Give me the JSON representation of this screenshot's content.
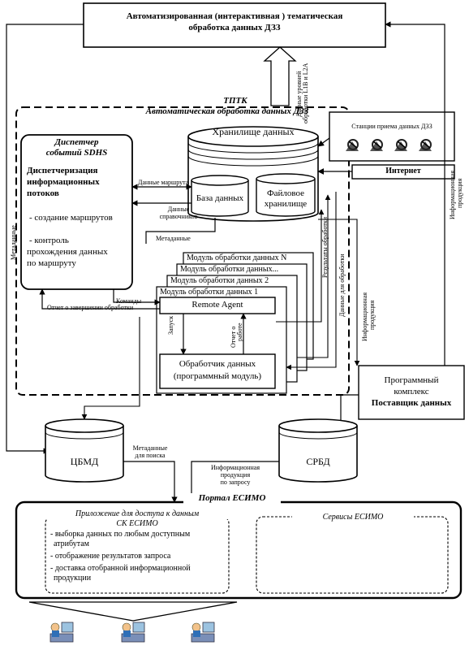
{
  "top": {
    "title_line1": "Автоматизированная  (интерактивная ) тематическая",
    "title_line2": "обработка данных ДЗЗ"
  },
  "tptk": {
    "title": "ТПТК",
    "subtitle": "Автоматическая обработка данных ДЗЗ"
  },
  "storage": {
    "title": "Хранилище данных",
    "db": "База данных",
    "files_line1": "Файловое",
    "files_line2": "хранилище"
  },
  "stations": {
    "label": "Станции приема данных ДЗЗ"
  },
  "internet": {
    "label": "Интернет"
  },
  "dispatcher": {
    "title_line1": "Диспетчер",
    "title_line2": "событий SDHS",
    "heading_line1": "Диспетчеризация",
    "heading_line2": "информационных",
    "heading_line3": "потоков",
    "item1": "- создание маршрутов",
    "item2_line1": "- контроль",
    "item2_line2": "прохождения данных",
    "item2_line3": "по маршруту"
  },
  "modules": {
    "m_n": "Модуль обработки данных N",
    "m_dots": "Модуль обработки данных...",
    "m_2": "Модуль обработки данных 2",
    "m_1": "Модуль обработки данных 1",
    "remote_agent": "Remote Agent",
    "handler_line1": "Обработчик данных",
    "handler_line2": "(программный модуль)"
  },
  "supplier": {
    "line1": "Программный",
    "line2": "комплекс",
    "line3": "Поставщик данных"
  },
  "cbmd": {
    "label": "ЦБМД"
  },
  "srbd": {
    "label": "СРБД"
  },
  "portal": {
    "title": "Портал ЕСИМО",
    "app_title_line1": "Приложение для доступа к данным",
    "app_title_line2": "СК ЕСИМО",
    "bullet1_line1": "- выборка данных по любым доступным",
    "bullet1_line2": "атрибутам",
    "bullet2": "- отображение результатов запроса",
    "bullet3_line1": "- доставка отобранной информационной",
    "bullet3_line2": "продукции",
    "services": "Сервисы ЕСИМО"
  },
  "labels": {
    "route_data": "Данные маршрута",
    "ref_data_line1": "Данные",
    "ref_data_line2": "справочников",
    "metadata": "Метаданные",
    "metadata_left": "Метаданные",
    "commands": "Команды",
    "completion_report": "Отчет о завершении обработки",
    "launch": "Запуск",
    "work_report_line1": "Отчет о",
    "work_report_line2": "работе",
    "processing_results": "Результаты обработки",
    "data_for_processing": "Данные для обработки",
    "levels_line1": "Данные уровней",
    "levels_line2": "обработки L1B и L2A",
    "info_products_right_line1": "Информационная",
    "info_products_right_line2": "продукция",
    "info_products_mid_line1": "Информационная",
    "info_products_mid_line2": "продукция",
    "metadata_search_line1": "Метаданные",
    "metadata_search_line2": "для поиска",
    "info_by_request_line1": "Информационная",
    "info_by_request_line2": "продукция",
    "info_by_request_line3": "по запросу"
  }
}
